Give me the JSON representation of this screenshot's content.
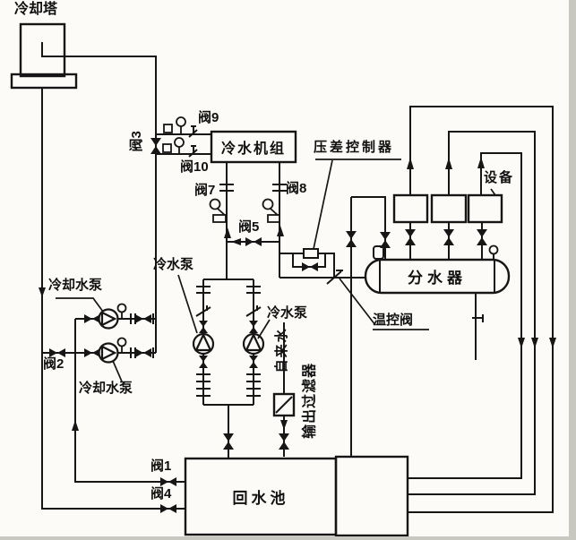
{
  "diagram": {
    "type": "hvac-chilled-water-system-schematic",
    "colors": {
      "line": "#161616",
      "paper": "#fcfbf7",
      "page_edge": "#c9c8c0"
    }
  },
  "labels": {
    "cooling_tower": "冷却塔",
    "valve9": "阀9",
    "valve3": "阀3",
    "chiller_unit": "冷水机组",
    "valve10": "阀10",
    "pressure_diff_controller": "压差控制器",
    "equipment": "设备",
    "valve7": "阀7",
    "valve8": "阀8",
    "valve5": "阀5",
    "distributor": "分水器",
    "cooling_pump_top": "冷却水泵",
    "cooling_pump_bottom": "冷却水泵",
    "chilled_pump_left": "冷水泵",
    "chilled_pump_right": "冷水泵",
    "thermo_valve": "温控阀",
    "valve2": "阀2",
    "tap_water": "自来水",
    "outlet_filter": "输出过滤器",
    "valve1": "阀1",
    "valve4": "阀4",
    "return_pool": "回水池"
  }
}
